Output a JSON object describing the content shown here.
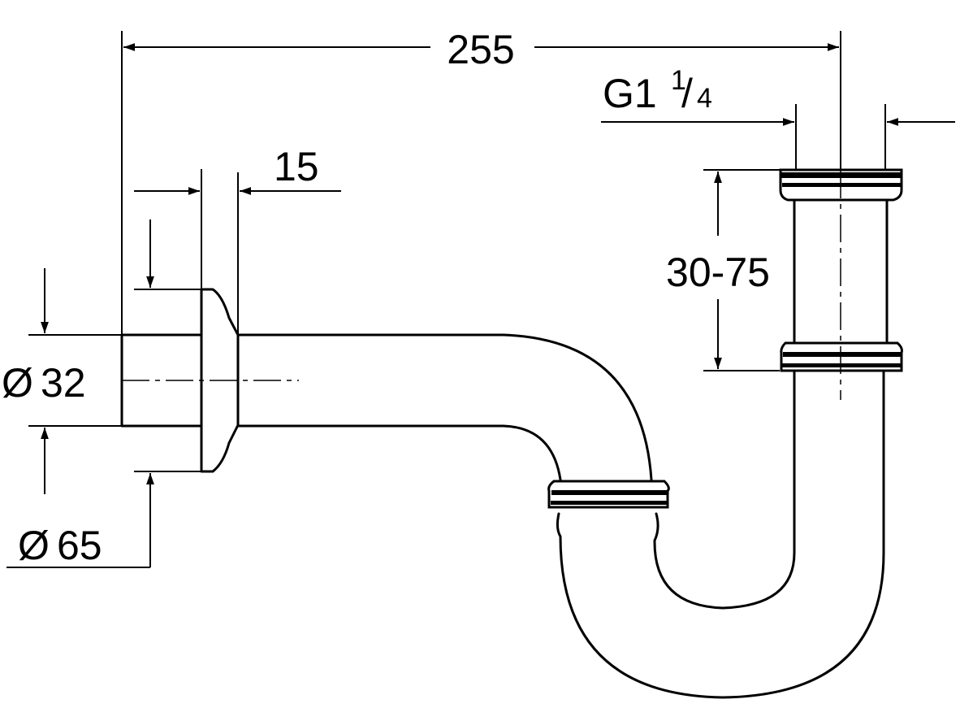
{
  "drawing": {
    "line_color": "#000000",
    "background": "#ffffff"
  },
  "dimensions": {
    "overall_length": "255",
    "thread_main": "G1",
    "thread_num": "1",
    "thread_den": "4",
    "height_range": "30-75",
    "rosette_depth": "15",
    "pipe_diameter_symbol": "Ø",
    "pipe_diameter_value": "32",
    "rosette_diameter_symbol": "Ø",
    "rosette_diameter_value": "65"
  }
}
